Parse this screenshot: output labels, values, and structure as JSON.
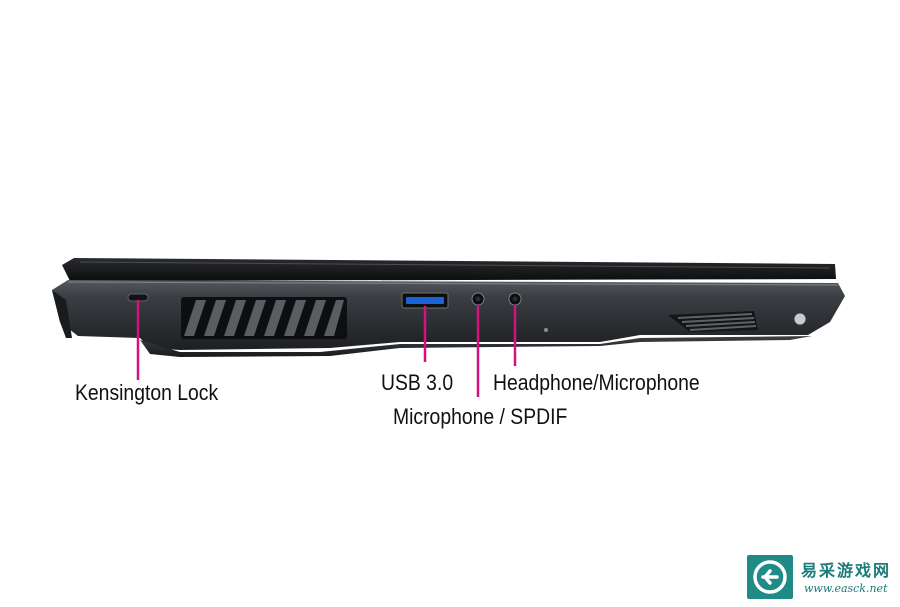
{
  "labels": {
    "kensington_lock": "Kensington Lock",
    "usb": "USB 3.0",
    "headphone": "Headphone/Microphone",
    "microphone_spdif": "Microphone / SPDIF"
  },
  "watermark": {
    "chinese": "易采游戏网",
    "url": "www.easck.net"
  },
  "colors": {
    "callout_line": "#d6107f",
    "laptop_body": "#2e3135",
    "usb_port": "#1d63d8",
    "watermark": "#1f8a86"
  },
  "icons": {
    "watermark_logo": "e-logo-icon"
  }
}
